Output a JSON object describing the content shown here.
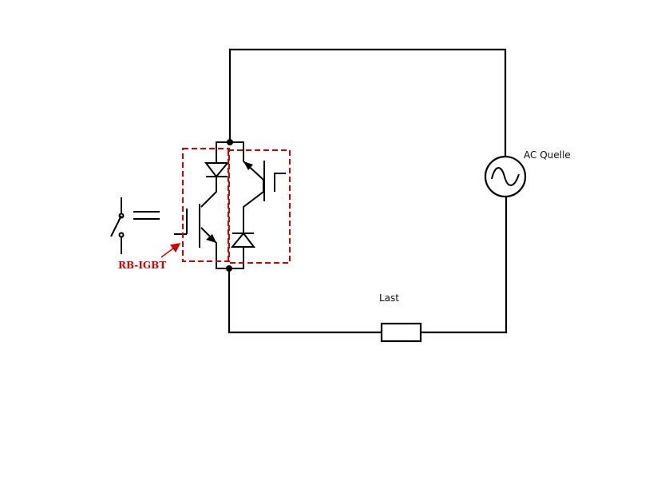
{
  "labels": {
    "source": "AC Quelle",
    "load": "Last",
    "device": "RB-IGBT"
  },
  "colors": {
    "wire": "#000000",
    "highlight": "#d40000",
    "background": "#ffffff"
  },
  "icons": [
    "switch-icon",
    "equivalence-icon",
    "diode-icon",
    "igbt-icon",
    "ac-source-icon",
    "resistor-icon"
  ]
}
